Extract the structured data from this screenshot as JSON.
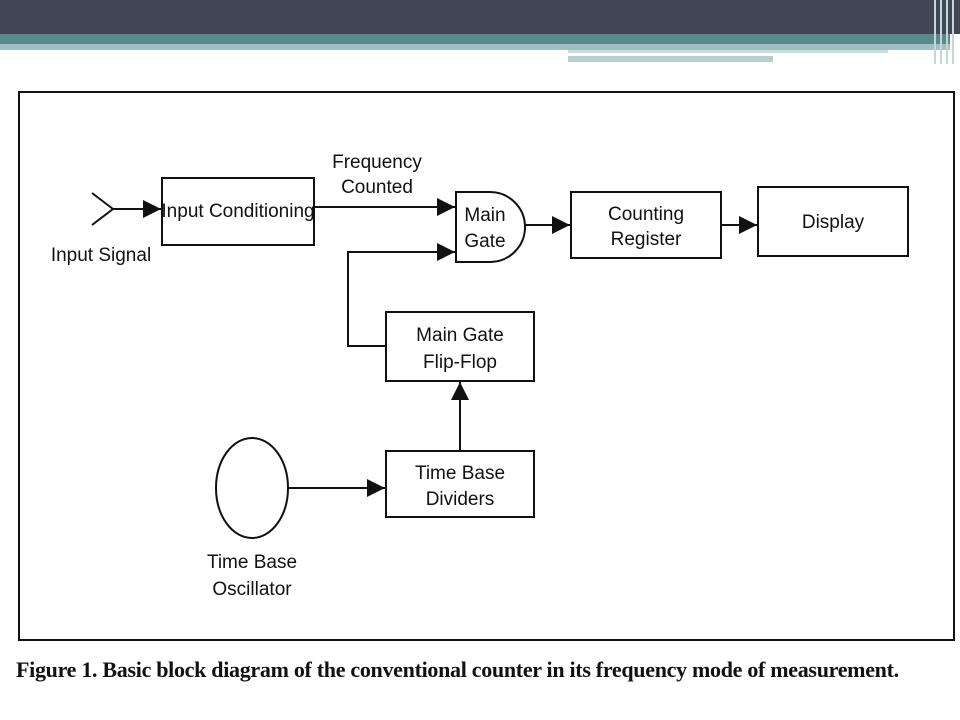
{
  "diagram": {
    "labels": {
      "input_signal": "Input Signal",
      "input_conditioning": "Input Conditioning",
      "frequency_counted_1": "Frequency",
      "frequency_counted_2": "Counted",
      "main_gate_1": "Main",
      "main_gate_2": "Gate",
      "counting_register_1": "Counting",
      "counting_register_2": "Register",
      "display": "Display",
      "flip_flop_1": "Main Gate",
      "flip_flop_2": "Flip-Flop",
      "dividers_1": "Time Base",
      "dividers_2": "Dividers",
      "oscillator_1": "Time Base",
      "oscillator_2": "Oscillator"
    },
    "caption": "Figure 1. Basic block diagram of the conventional counter in its frequency mode of measurement."
  },
  "colors": {
    "top_bar": "#424554",
    "accent_band": "#5a8a8c",
    "light_band": "#9fbfc0",
    "line": "#111111"
  }
}
